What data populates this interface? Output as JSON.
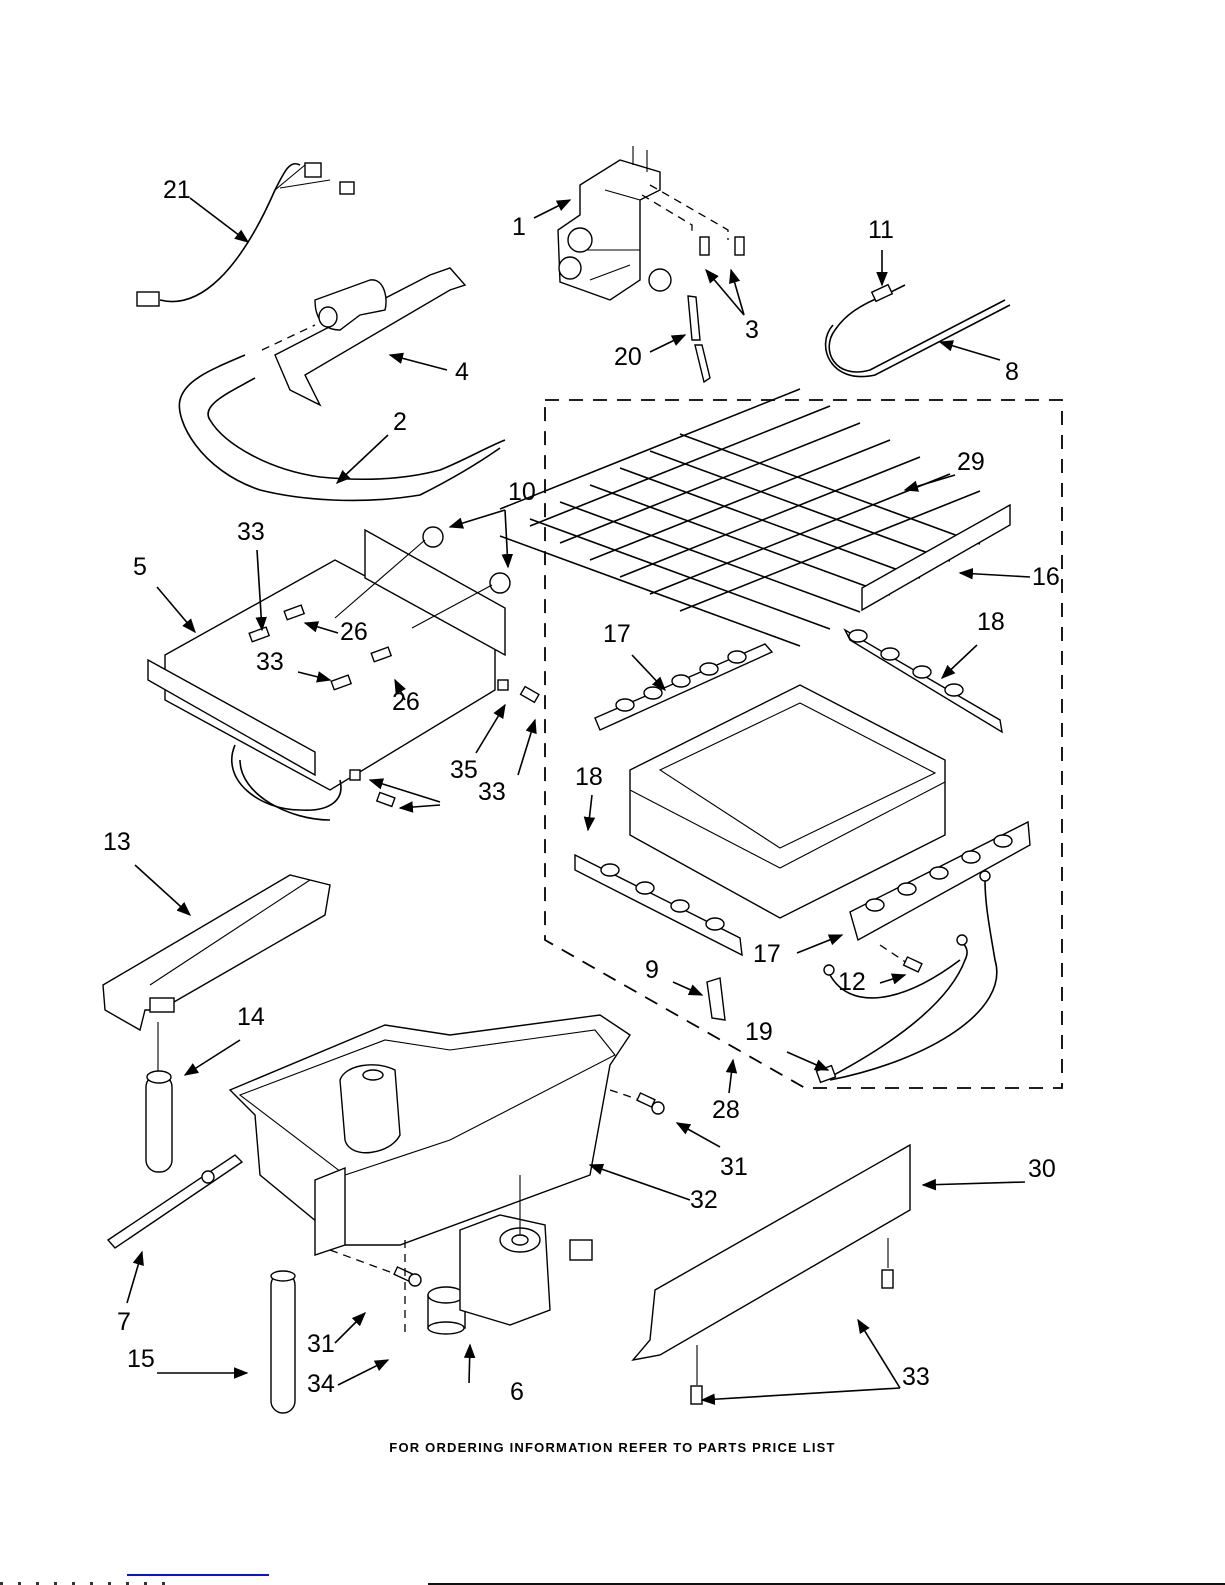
{
  "diagram": {
    "type": "exploded parts diagram",
    "footer_text": "FOR ORDERING INFORMATION REFER TO PARTS PRICE LIST",
    "callouts": [
      {
        "id": "c21",
        "label": "21"
      },
      {
        "id": "c1",
        "label": "1"
      },
      {
        "id": "c11",
        "label": "11"
      },
      {
        "id": "c3",
        "label": "3"
      },
      {
        "id": "c20",
        "label": "20"
      },
      {
        "id": "c8",
        "label": "8"
      },
      {
        "id": "c4",
        "label": "4"
      },
      {
        "id": "c2",
        "label": "2"
      },
      {
        "id": "c29",
        "label": "29"
      },
      {
        "id": "c10",
        "label": "10"
      },
      {
        "id": "c33a",
        "label": "33"
      },
      {
        "id": "c5",
        "label": "5"
      },
      {
        "id": "c26a",
        "label": "26"
      },
      {
        "id": "c33b",
        "label": "33"
      },
      {
        "id": "c26b",
        "label": "26"
      },
      {
        "id": "c16",
        "label": "16"
      },
      {
        "id": "c17a",
        "label": "17"
      },
      {
        "id": "c18a",
        "label": "18"
      },
      {
        "id": "c35",
        "label": "35"
      },
      {
        "id": "c33c",
        "label": "33"
      },
      {
        "id": "c13",
        "label": "13"
      },
      {
        "id": "c18b",
        "label": "18"
      },
      {
        "id": "c17b",
        "label": "17"
      },
      {
        "id": "c9",
        "label": "9"
      },
      {
        "id": "c12",
        "label": "12"
      },
      {
        "id": "c14",
        "label": "14"
      },
      {
        "id": "c19",
        "label": "19"
      },
      {
        "id": "c28",
        "label": "28"
      },
      {
        "id": "c31a",
        "label": "31"
      },
      {
        "id": "c30",
        "label": "30"
      },
      {
        "id": "c32",
        "label": "32"
      },
      {
        "id": "c7",
        "label": "7"
      },
      {
        "id": "c31b",
        "label": "31"
      },
      {
        "id": "c15",
        "label": "15"
      },
      {
        "id": "c34",
        "label": "34"
      },
      {
        "id": "c6",
        "label": "6"
      },
      {
        "id": "c33d",
        "label": "33"
      }
    ]
  }
}
